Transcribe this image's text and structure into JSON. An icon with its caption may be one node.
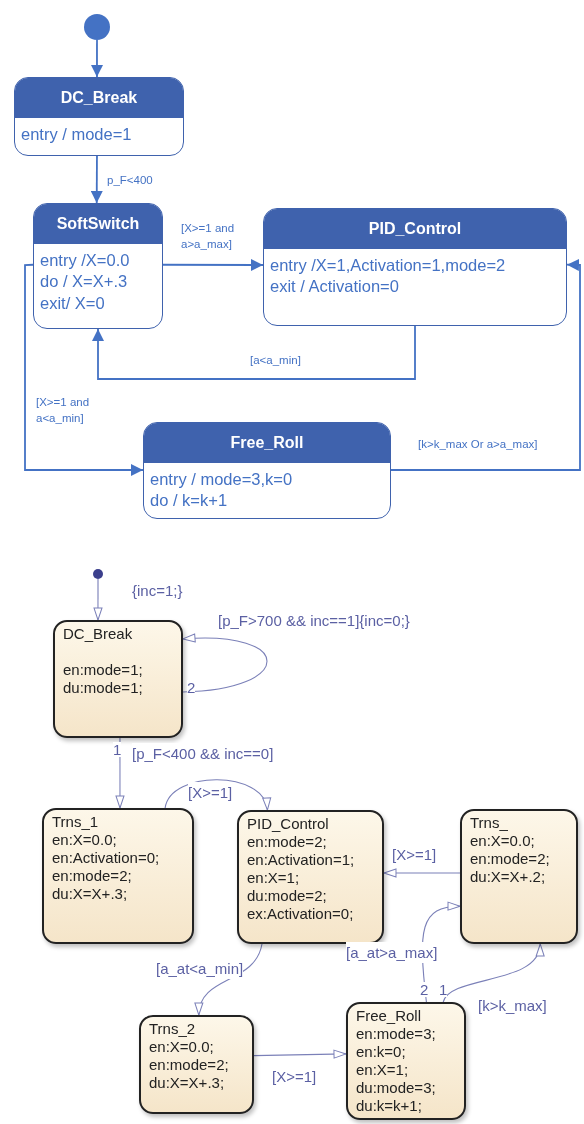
{
  "diagram": {
    "nodes": [
      {
        "text": [],
        "shape": "circle"
      },
      {
        "text": [
          "DC_Break",
          "entry / mode=1"
        ]
      },
      {
        "text": [
          "SoftSwitch",
          "entry /X=0.0",
          "do / X=X+.3",
          "exit/ X=0"
        ]
      },
      {
        "text": [
          "PID_Control",
          "entry /X=1,Activation=1,mode=2",
          "exit / Activation=0"
        ]
      },
      {
        "text": [
          "Free_Roll",
          "entry / mode=3,k=0",
          "do / k=k+1"
        ]
      },
      {
        "text": [],
        "shape": "circle"
      },
      {
        "text": [
          "DC_Break",
          "en:mode=1;",
          "du:mode=1;"
        ]
      },
      {
        "text": [
          "Trns_1",
          "en:X=0.0;",
          "en:Activation=0;",
          "en:mode=2;",
          "du:X=X+.3;"
        ]
      },
      {
        "text": [
          "PID_Control",
          "en:mode=2;",
          "en:Activation=1;",
          "en:X=1;",
          "du:mode=2;",
          "ex:Activation=0;"
        ]
      },
      {
        "text": [
          "Trns_",
          "en:X=0.0;",
          "en:mode=2;",
          "du:X=X+.2;"
        ]
      },
      {
        "text": [
          "Trns_2",
          "en:X=0.0;",
          "en:mode=2;",
          "du:X=X+.3;"
        ]
      },
      {
        "text": [
          "Free_Roll",
          "en:mode=3;",
          "en:k=0;",
          "en:X=1;",
          "du:mode=3;",
          "du:k=k+1;"
        ]
      }
    ],
    "edges": [
      {
        "from": 0,
        "to": 1,
        "arrow": "to",
        "color": "#4472c4"
      },
      {
        "from": 1,
        "to": 2,
        "arrow": "to",
        "label": "p_F<400",
        "color": "#4472c4"
      },
      {
        "from": 2,
        "to": 3,
        "arrow": "to",
        "label": "[X>=1 and a>a_max]",
        "color": "#4472c4"
      },
      {
        "from": 3,
        "to": 2,
        "arrow": "to",
        "label": "[a<a_min]",
        "color": "#4472c4"
      },
      {
        "from": 2,
        "to": 4,
        "arrow": "to",
        "label": "[X>=1 and a<a_min]",
        "color": "#4472c4"
      },
      {
        "from": 4,
        "to": 3,
        "arrow": "to",
        "label": "[k>k_max Or a>a_max]",
        "color": "#4472c4"
      },
      {
        "from": 5,
        "to": 6,
        "arrow": "to",
        "label": "{inc=1;}"
      },
      {
        "from": 6,
        "to": 6,
        "arrow": "to",
        "label": "[p_F>700 && inc==1]{inc=0;}"
      },
      {
        "from": 6,
        "to": 7,
        "arrow": "to",
        "label": "[p_F<400 && inc==0]"
      },
      {
        "from": 7,
        "to": 8,
        "arrow": "to",
        "label": "[X>=1]"
      },
      {
        "from": 9,
        "to": 8,
        "arrow": "to",
        "label": "[X>=1]"
      },
      {
        "from": 8,
        "to": 10,
        "arrow": "to",
        "label": "[a_at<a_min]"
      },
      {
        "from": 10,
        "to": 11,
        "arrow": "to",
        "label": "[X>=1]"
      },
      {
        "from": 11,
        "to": 9,
        "arrow": "to",
        "label": "[a_at>a_max]"
      },
      {
        "from": 11,
        "to": 9,
        "arrow": "to",
        "label": "[k>k_max]"
      }
    ],
    "labels": [
      "2",
      "1",
      "2",
      "1"
    ]
  }
}
